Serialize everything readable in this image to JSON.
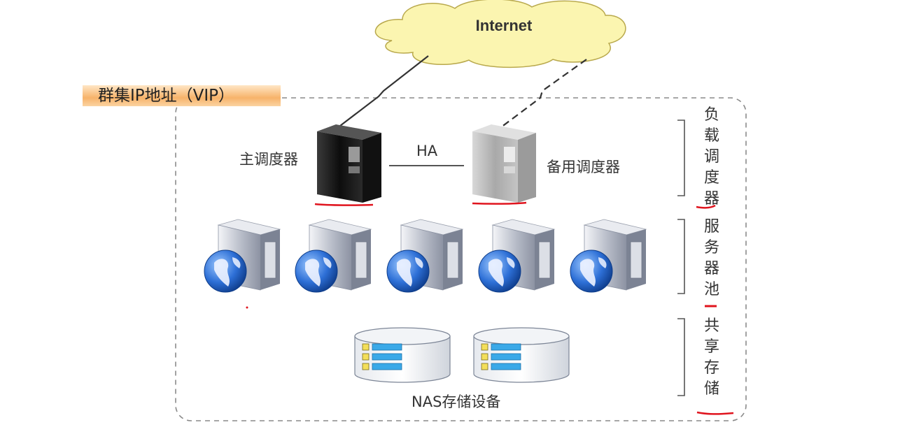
{
  "cluster_label": "群集IP地址（VIP）",
  "internet": "Internet",
  "primary_scheduler": "主调度器",
  "ha_label": "HA",
  "backup_scheduler": "备用调度器",
  "storage_label": "NAS存储设备",
  "tiers": [
    {
      "chars": [
        "负",
        "载",
        "调",
        "度",
        "器"
      ]
    },
    {
      "chars": [
        "服",
        "务",
        "器",
        "池"
      ]
    },
    {
      "chars": [
        "共",
        "享",
        "存",
        "储"
      ]
    }
  ],
  "colors": {
    "cloud_fill": "#fbf5b0",
    "vip_fill": "#f7b36a",
    "server_dark": "#1a1a1a",
    "server_light": "#c8cccf",
    "globe_blue": "#1f63c4",
    "annotation_red": "#e0141e",
    "dashed_border": "#8a8a8a"
  },
  "icons": {
    "cloud": "cloud-icon",
    "server": "tower-server-icon",
    "web_server": "web-server-globe-icon",
    "storage": "nas-cylinder-icon"
  }
}
